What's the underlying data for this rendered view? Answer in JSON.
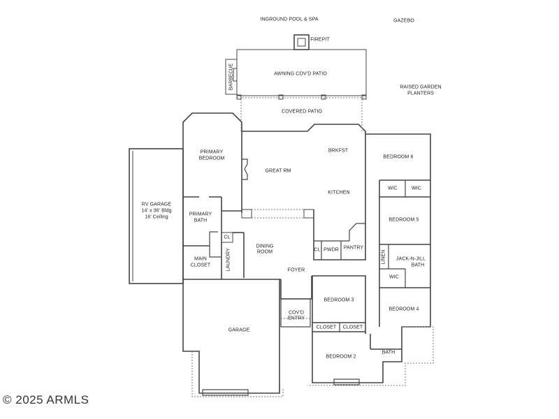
{
  "outdoor": {
    "pool": "INGROUND POOL & SPA",
    "gazebo": "GAZEBO",
    "firepit": "FIREPIT",
    "barbecue": "BARBECUE",
    "awning_patio": "AWNING COV'D PATIO",
    "garden_line1": "RAISED GARDEN",
    "garden_line2": "PLANTERS",
    "covered_patio": "COVERED PATIO"
  },
  "rooms": {
    "primary_bedroom_1": "PRIMARY",
    "primary_bedroom_2": "BEDROOM",
    "rv_garage_1": "RV GARAGE",
    "rv_garage_2": "14' x 36' Bldg",
    "rv_garage_3": "16' Ceiling",
    "primary_bath_1": "PRIMARY",
    "primary_bath_2": "BATH",
    "cl_laundry": "CL",
    "main_closet_1": "MAIN",
    "main_closet_2": "CLOSET",
    "laundry": "LAUNDRY",
    "great_rm": "GREAT RM",
    "brkfst": "BRKFST",
    "kitchen": "KITCHEN",
    "dining_1": "DINING",
    "dining_2": "ROOM",
    "cl_kitchen": "CL",
    "pwdr": "PWDR",
    "pantry": "PANTRY",
    "foyer": "FOYER",
    "entry_1": "COV'D",
    "entry_2": "ENTRY",
    "garage": "GARAGE",
    "bedroom6": "BEDROOM 6",
    "wic_a": "WIC",
    "wic_b": "WIC",
    "bedroom5": "BEDROOM 5",
    "linen": "LINEN",
    "jnj_1": "JACK-N-JILL",
    "jnj_2": "BATH",
    "wic_c": "WIC",
    "bedroom4": "BEDROOM 4",
    "bedroom3": "BEDROOM 3",
    "closet_a": "CLOSET",
    "closet_b": "CLOSET",
    "bedroom2": "BEDROOM 2",
    "bath": "BATH"
  },
  "watermark": "© 2025 ARMLS",
  "colors": {
    "wall": "#444444",
    "dashed": "#777777",
    "text": "#222222"
  }
}
